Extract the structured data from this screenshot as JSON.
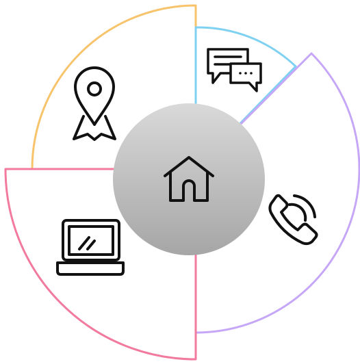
{
  "diagram": {
    "type": "radial-sector-diagram",
    "center": {
      "icon": "home-icon",
      "fill_top": "#d9d9d9",
      "fill_bottom": "#a6a6a6"
    },
    "sectors": [
      {
        "id": "location",
        "icon": "map-pin-icon",
        "color": "#f7c36b"
      },
      {
        "id": "chat",
        "icon": "chat-bubbles-icon",
        "color": "#7fd1f2"
      },
      {
        "id": "phone",
        "icon": "phone-call-icon",
        "color": "#c6a7f7"
      },
      {
        "id": "laptop",
        "icon": "laptop-icon",
        "color": "#f27a9e"
      }
    ]
  }
}
